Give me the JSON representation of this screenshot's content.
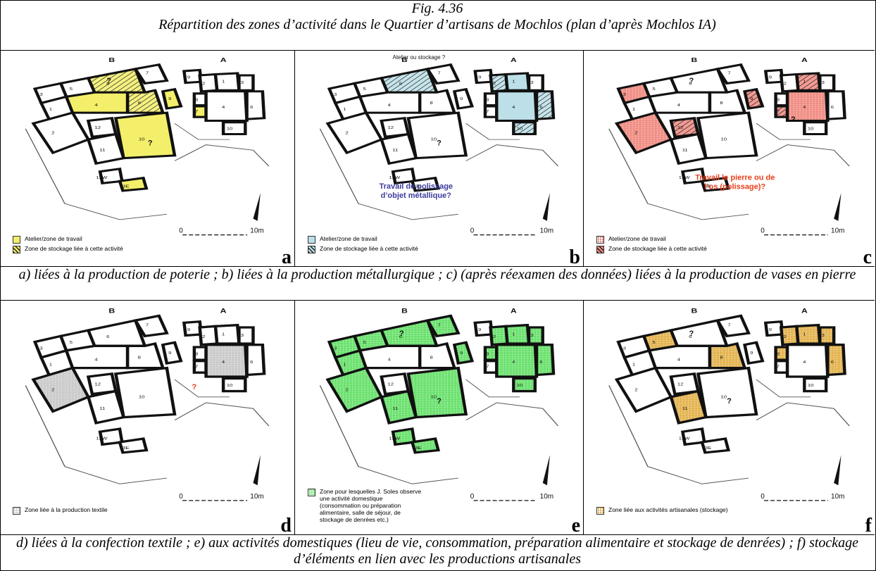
{
  "figure": {
    "number": "Fig. 4.36",
    "title": "Répartition des zones d’activité dans le Quartier d’artisans de Mochlos (plan d’après Mochlos IA)"
  },
  "captions": {
    "row1": "a) liées à la production de poterie ; b) liées à la production métallurgique ; c) (après réexamen des données) liées à la production de vases en pierre",
    "row2": "d) liées à la confection textile ; e) aux activités domestiques (lieu de vie, consommation, préparation alimentaire et stockage de denrées) ; f) stockage d’éléments en lien avec les productions artisanales"
  },
  "plan_labels": {
    "building_b": "B",
    "building_a": "A",
    "scale_start": "0",
    "scale_end": "10m",
    "rooms": [
      "1",
      "2",
      "3",
      "4",
      "5",
      "6",
      "7",
      "8",
      "9",
      "10",
      "11",
      "12",
      "13W",
      "13E"
    ]
  },
  "panels": [
    {
      "letter": "a",
      "fill": "#f3ef6a",
      "legend": [
        {
          "label": "Atelier/zone de travail",
          "swatch": "solid"
        },
        {
          "label": "Zone de stockage liée à cette activité",
          "swatch": "hatch"
        }
      ],
      "annotations": [
        "?",
        "?"
      ]
    },
    {
      "letter": "b",
      "fill": "#bcdfe8",
      "legend": [
        {
          "label": "Atelier/zone de travail",
          "swatch": "solid"
        },
        {
          "label": "Zone de stockage liée à cette activité",
          "swatch": "hatch"
        }
      ],
      "annotations": [
        "Atelier ou stockage ?",
        "?",
        "Travail de polissage d’objet métallique?"
      ]
    },
    {
      "letter": "c",
      "fill": "#f08a80",
      "legend": [
        {
          "label": "Atelier/zone de travail",
          "swatch": "grid"
        },
        {
          "label": "Zone de stockage liée à cette activité",
          "swatch": "hatch"
        }
      ],
      "annotations": [
        "?",
        "?",
        "Travail le pierre ou de l’os (polissage)?"
      ]
    },
    {
      "letter": "d",
      "fill": "#c9c9c9",
      "legend": [
        {
          "label": "Zone liée à la production textile",
          "swatch": "grid"
        }
      ],
      "annotations": [
        "?"
      ]
    },
    {
      "letter": "e",
      "fill": "#67e06a",
      "legend": [
        {
          "label": "Zone pour lesquelles J. Soles observe une activité domestique (consommation ou préparation alimentaire, salle de séjour, de stockage de denrées etc.)",
          "swatch": "grid"
        }
      ],
      "annotations": [
        "?",
        "?"
      ]
    },
    {
      "letter": "f",
      "fill": "#e3b24c",
      "legend": [
        {
          "label": "Zone liée aux activités artisanales (stockage)",
          "swatch": "grid"
        }
      ],
      "annotations": [
        "?",
        "?"
      ]
    }
  ],
  "colors": {
    "wall": "#111111",
    "annotation_blue": "#3c3c9e",
    "annotation_red": "#e8401c"
  }
}
